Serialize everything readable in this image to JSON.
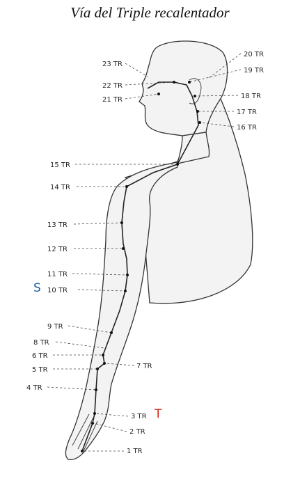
{
  "title": "Vía del Triple recalentador",
  "markers": {
    "s": {
      "text": "S",
      "color": "#1f5fa0"
    },
    "t": {
      "text": "T",
      "color": "#d42a1f"
    }
  },
  "points": [
    {
      "id": "1",
      "label": "1 TR"
    },
    {
      "id": "2",
      "label": "2 TR"
    },
    {
      "id": "3",
      "label": "3 TR"
    },
    {
      "id": "4",
      "label": "4 TR"
    },
    {
      "id": "5",
      "label": "5 TR"
    },
    {
      "id": "6",
      "label": "6 TR"
    },
    {
      "id": "7",
      "label": "7 TR"
    },
    {
      "id": "8",
      "label": "8 TR"
    },
    {
      "id": "9",
      "label": "9 TR"
    },
    {
      "id": "10",
      "label": "10 TR"
    },
    {
      "id": "11",
      "label": "11 TR"
    },
    {
      "id": "12",
      "label": "12 TR"
    },
    {
      "id": "13",
      "label": "13 TR"
    },
    {
      "id": "14",
      "label": "14 TR"
    },
    {
      "id": "15",
      "label": "15 TR"
    },
    {
      "id": "16",
      "label": "16 TR"
    },
    {
      "id": "17",
      "label": "17 TR"
    },
    {
      "id": "18",
      "label": "18 TR"
    },
    {
      "id": "19",
      "label": "19 TR"
    },
    {
      "id": "20",
      "label": "20 TR"
    },
    {
      "id": "21",
      "label": "21 TR"
    },
    {
      "id": "22",
      "label": "22 TR"
    },
    {
      "id": "23",
      "label": "23 TR"
    }
  ]
}
